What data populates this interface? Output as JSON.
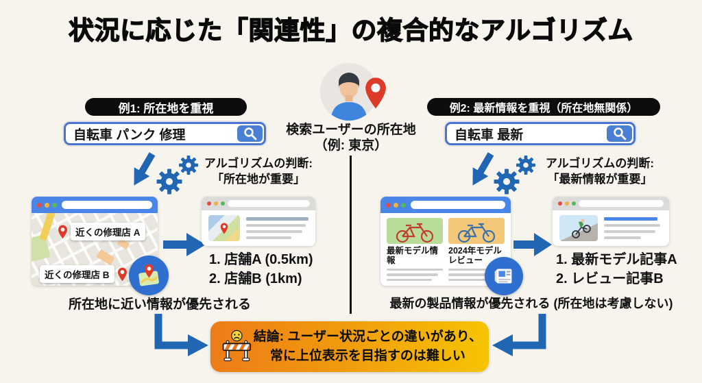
{
  "title": "状況に応じた「関連性」の複合的なアルゴリズム",
  "center_user": {
    "caption_line1": "検索ユーザーの所在地",
    "caption_line2": "（例: 東京）"
  },
  "example1": {
    "badge": "例1: 所在地を重視",
    "search_query": "自転車 パンク 修理",
    "algorithm_line1": "アルゴリズムの判断:",
    "algorithm_line2": "「所在地が重要」",
    "map_pin_a": "近くの修理店 A",
    "map_pin_b": "近くの修理店 B",
    "results": [
      "1. 店舗A (0.5km)",
      "2. 店舗B (1km)"
    ],
    "caption": "所在地に近い情報が優先される"
  },
  "example2": {
    "badge": "例2: 最新情報を重視（所在地無関係）",
    "search_query": "自転車 最新",
    "algorithm_line1": "アルゴリズムの判断:",
    "algorithm_line2": "「最新情報が重要」",
    "article1_caption": "最新モデル情報",
    "article2_caption": "2024年モデル レビュー",
    "results": [
      "1. 最新モデル記事A",
      "2. レビュー記事B"
    ],
    "caption": "最新の製品情報が優先される (所在地は考慮しない)"
  },
  "conclusion": {
    "line1": "結論: ユーザー状況ごとの違いがあり、",
    "line2": "常に上位表示を目指すのは難しい"
  },
  "colors": {
    "accent_blue": "#2166b2",
    "header_blue": "#4a86e8",
    "pin_red": "#dd3a2a",
    "banner_orange": "#ed7c18",
    "banner_yellow": "#f6c402"
  }
}
